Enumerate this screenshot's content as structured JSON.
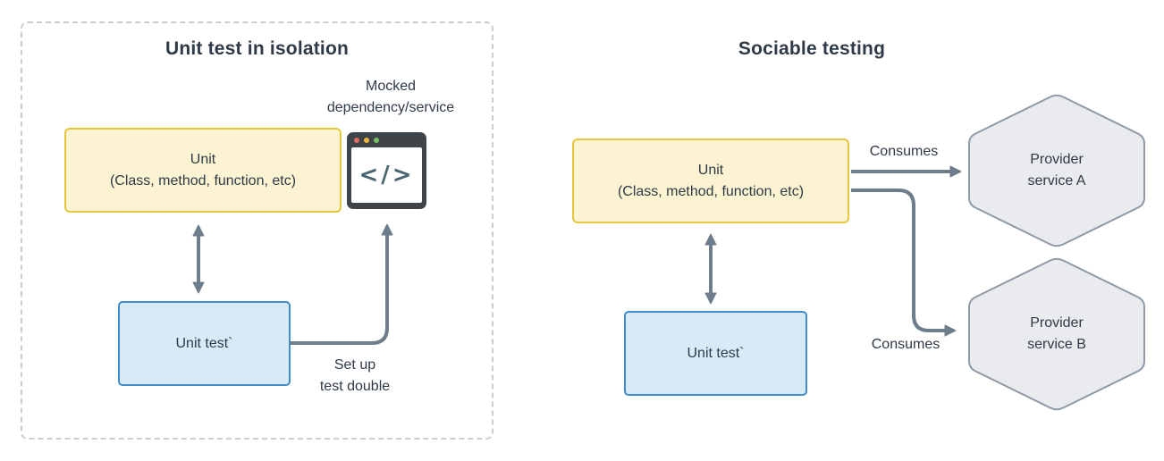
{
  "colors": {
    "text": "#2E3A47",
    "arrow": "#6E7D8C",
    "dashed_border": "#C9CDD2",
    "unit_fill": "#FCF3D2",
    "unit_border": "#E8C63F",
    "test_fill": "#D8EAF8",
    "test_border": "#3F8CC9",
    "hexagon_fill": "#E9EBEE",
    "hexagon_border": "#8E9AA7",
    "browser_frame": "#3F4448",
    "dot_red": "#DF6B60",
    "dot_yellow": "#E9B83D",
    "dot_green": "#76BF65",
    "code_glyph_color": "#4A6572"
  },
  "left_panel": {
    "title": "Unit test in isolation",
    "mocked_label": {
      "line1": "Mocked",
      "line2": "dependency/service"
    },
    "unit_box": {
      "line1": "Unit",
      "line2": "(Class, method, function, etc)"
    },
    "unit_test_box": {
      "label": "Unit test`"
    },
    "code_glyph": "</>",
    "setup_label": {
      "line1": "Set up",
      "line2": "test double"
    }
  },
  "right_panel": {
    "title": "Sociable testing",
    "unit_box": {
      "line1": "Unit",
      "line2": "(Class, method, function, etc)"
    },
    "unit_test_box": {
      "label": "Unit test`"
    },
    "consumes_a": "Consumes",
    "consumes_b": "Consumes",
    "provider_a": {
      "line1": "Provider",
      "line2": "service A"
    },
    "provider_b": {
      "line1": "Provider",
      "line2": "service B"
    }
  }
}
